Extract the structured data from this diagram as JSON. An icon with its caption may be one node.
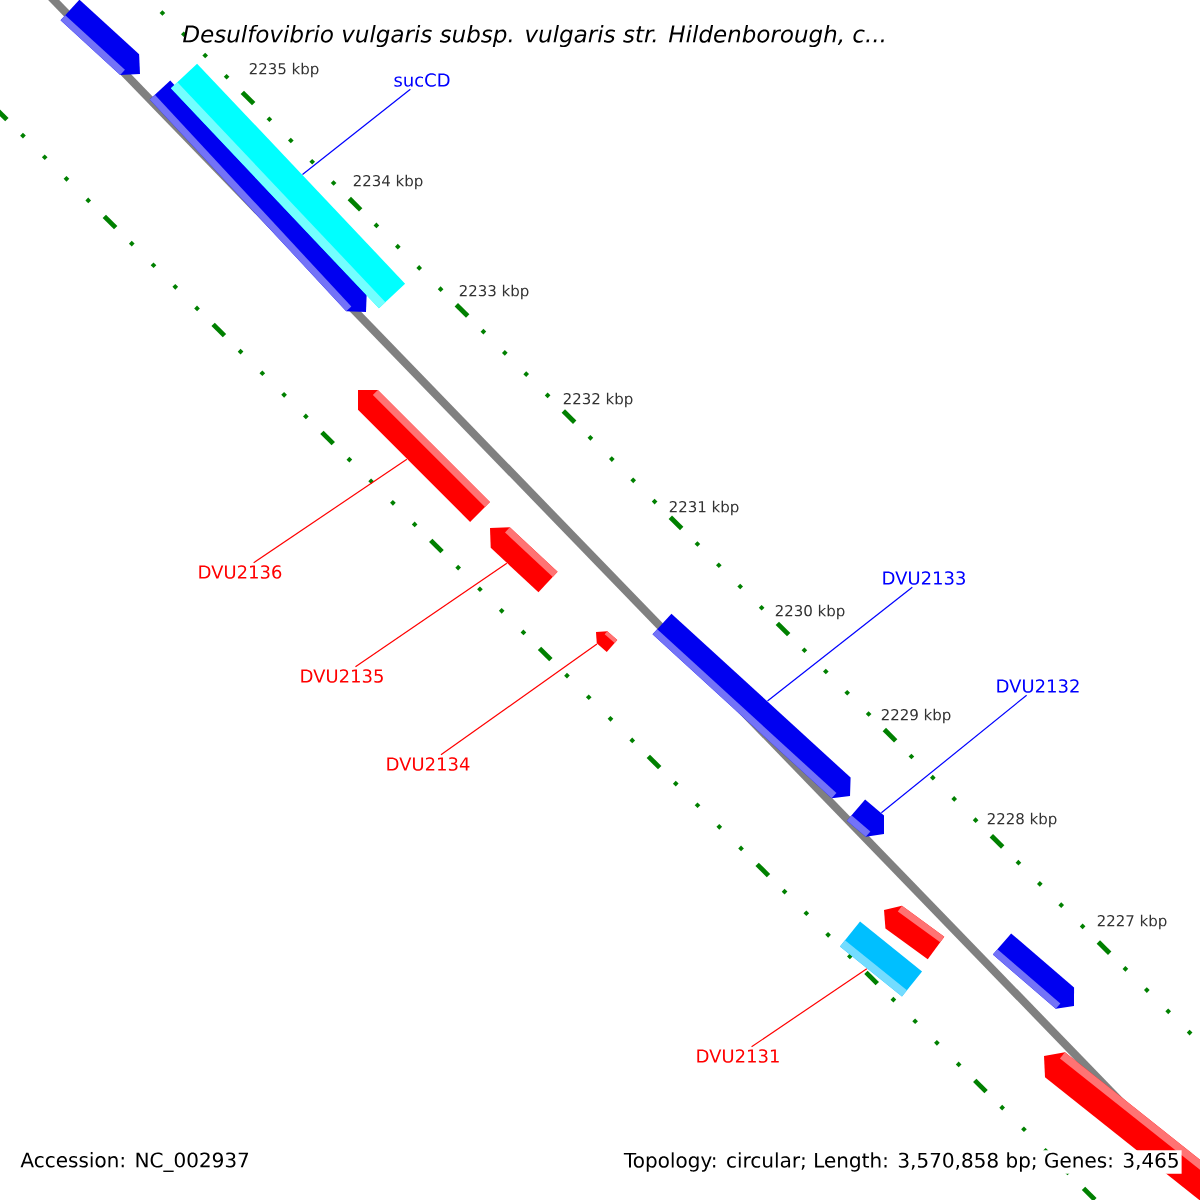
{
  "diagram": {
    "title": "*Desulfovibrio vulgaris* subsp. *vulgaris* str. Hildenborough, c...",
    "nodes": [
      {
        "text": [
          "sucCD"
        ]
      },
      {
        "text": [
          "DVU2136"
        ]
      },
      {
        "text": [
          "DVU2135"
        ]
      },
      {
        "text": [
          "DVU2134"
        ]
      },
      {
        "text": [
          "DVU2133"
        ]
      },
      {
        "text": [
          "DVU2132"
        ]
      },
      {
        "text": [
          "DVU2131"
        ]
      },
      {
        "text": [],
        "shape": "pentagon"
      },
      {
        "text": [],
        "shape": "pentagon"
      },
      {
        "text": [],
        "shape": "box"
      },
      {
        "text": [],
        "shape": "pentagon"
      },
      {
        "text": [],
        "shape": "pentagon"
      },
      {
        "text": [],
        "shape": "pentagon"
      },
      {
        "text": [],
        "shape": "pentagon"
      },
      {
        "text": [],
        "shape": "pentagon"
      },
      {
        "text": [],
        "shape": "pentagon"
      },
      {
        "text": [],
        "shape": "box"
      },
      {
        "text": [],
        "shape": "pentagon"
      },
      {
        "text": [],
        "shape": "pentagon"
      }
    ],
    "edges": [
      {
        "from": 0,
        "to": 9,
        "arrow": "none",
        "color": "#0000ff"
      },
      {
        "from": 1,
        "to": 10,
        "arrow": "none"
      },
      {
        "from": 2,
        "to": 11,
        "arrow": "none"
      },
      {
        "from": 3,
        "to": 12,
        "arrow": "none"
      },
      {
        "from": 4,
        "to": 13,
        "arrow": "none",
        "color": "#0000ff"
      },
      {
        "from": 5,
        "to": 14,
        "arrow": "none",
        "color": "#0000ff"
      },
      {
        "from": 6,
        "to": 16,
        "arrow": "none"
      }
    ],
    "labels": [
      "2235 kbp",
      "2234 kbp",
      "2233 kbp",
      "2232 kbp",
      "2231 kbp",
      "2230 kbp",
      "2229 kbp",
      "2228 kbp",
      "2227 kbp",
      "Accession: NC_002937",
      "Topology: circular; Length: 3,570,858 bp; Genes: 3,465"
    ]
  }
}
